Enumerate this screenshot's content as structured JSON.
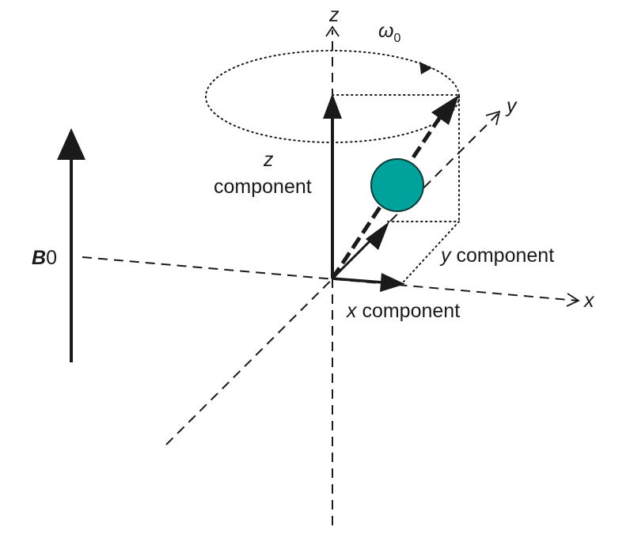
{
  "axes": {
    "z": "z",
    "y": "y",
    "x": "x"
  },
  "precession": {
    "symbol": "ω",
    "subscript": "0"
  },
  "field": {
    "symbol": "B",
    "subscript": "0"
  },
  "components": {
    "z_letter": "z",
    "z_word": "component",
    "y_letter": "y",
    "y_word": "component",
    "x_letter": "x",
    "x_word": "component"
  },
  "colors": {
    "ink": "#1a1a1a",
    "nucleus_fill": "#00a39b",
    "nucleus_stroke": "#0b3b37"
  }
}
